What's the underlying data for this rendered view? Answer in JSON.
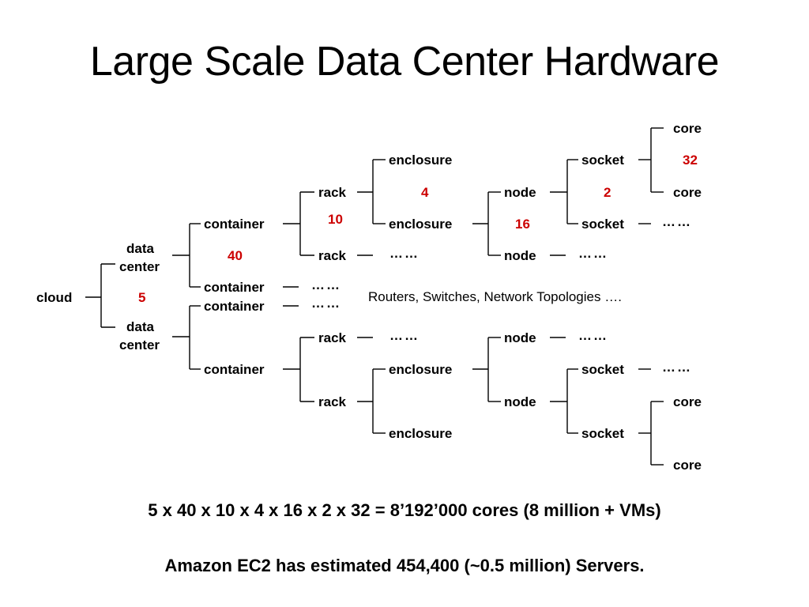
{
  "slide": {
    "title": "Large Scale Data Center Hardware",
    "formula": "5 x 40 x 10 x 4 x 16 x 2 x 32 = 8’192’000 cores (8 million + VMs)",
    "ec2_note": "Amazon EC2 has estimated 454,400 (~0.5 million) Servers.",
    "network_note": "Routers, Switches, Network Topologies …."
  },
  "diagram": {
    "labels": {
      "cloud": "cloud",
      "data": "data",
      "center": "center",
      "container": "container",
      "rack": "rack",
      "enclosure": "enclosure",
      "node": "node",
      "socket": "socket",
      "core": "core"
    },
    "counts": {
      "data_centers_per_cloud": "5",
      "containers_per_data_center": "40",
      "racks_per_container": "10",
      "enclosures_per_rack": "4",
      "nodes_per_enclosure": "16",
      "sockets_per_node": "2",
      "cores_per_socket": "32"
    },
    "ellipsis": "……"
  }
}
